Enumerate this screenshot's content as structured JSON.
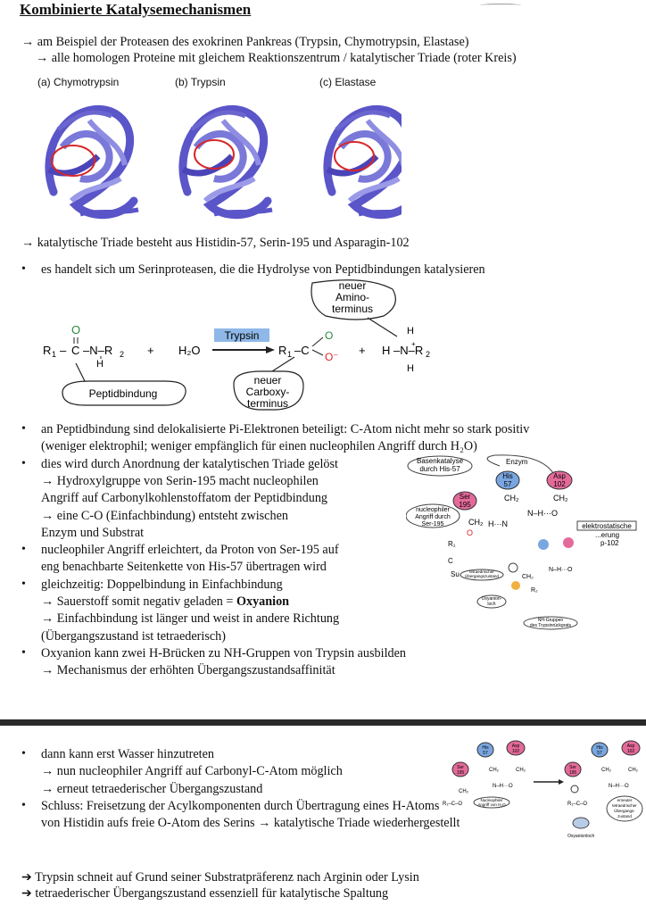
{
  "title": "Kombinierte Katalysemechanismen",
  "intro": {
    "line1": "→ am Beispiel der Proteasen des exokrinen Pankreas (Trypsin, Chymotrypsin, Elastase)",
    "line2": "→ alle homologen Proteine mit gleichem Reaktionszentrum / katalytischer Triade (roter Kreis)"
  },
  "protein_labels": [
    "(a)  Chymotrypsin",
    "(b)  Trypsin",
    "(c)  Elastase"
  ],
  "triad_line": "→ katalytische Triade besteht aus Histidin-57, Serin-195 und Asparagin-102",
  "bullet1": "es handelt sich um Serinproteasen, die die Hydrolyse von Peptidbindungen katalysieren",
  "reaction": {
    "neuer_amino": [
      "neuer",
      "Amino-",
      "terminus"
    ],
    "neuer_carboxy": [
      "neuer",
      "Carboxy-",
      "terminus"
    ],
    "peptidbindung": "Peptidbindung",
    "enzyme": "Trypsin",
    "r1": "R",
    "r2": "R",
    "plus": "+",
    "water": "H₂O"
  },
  "section1": [
    {
      "bullet": true,
      "text": "an Peptidbindung sind delokalisierte Pi-Elektronen beteiligt: C-Atom nicht mehr so stark positiv"
    },
    {
      "bullet": false,
      "text": "(weniger elektrophil; weniger empfänglich für einen nucleophilen Angriff durch H₂O)"
    },
    {
      "bullet": true,
      "text": "dies wird durch Anordnung der katalytischen Triade gelöst"
    },
    {
      "bullet": false,
      "text": "→ Hydroxylgruppe von Serin-195 macht nucleophilen"
    },
    {
      "bullet": false,
      "text": "    Angriff auf Carbonylkohlenstoffatom der Peptidbindung"
    },
    {
      "bullet": false,
      "text": "→ eine C-O (Einfachbindung) entsteht zwischen"
    },
    {
      "bullet": false,
      "text": "    Enzym und Substrat"
    },
    {
      "bullet": true,
      "text": "nucleophiler Angriff erleichtert, da Proton von Ser-195 auf"
    },
    {
      "bullet": false,
      "text": "eng benachbarte Seitenkette von His-57 übertragen wird"
    },
    {
      "bullet": true,
      "text": "gleichzeitig: Doppelbindung in Einfachbindung"
    },
    {
      "bullet": false,
      "text": "→ Sauerstoff somit negativ geladen = "
    },
    {
      "bullet": false,
      "text": "→ Einfachbindung ist länger und weist in andere Richtung"
    },
    {
      "bullet": false,
      "text": "(Übergangszustand ist tetraederisch)"
    },
    {
      "bullet": true,
      "text": "Oxyanion kann zwei H-Brücken zu NH-Gruppen von Trypsin ausbilden"
    },
    {
      "bullet": false,
      "text": "→ Mechanismus der erhöhten Übergangszustandsaffinität"
    }
  ],
  "oxyanion_bold": "Oxyanion",
  "mech1": {
    "basenkatalyse": [
      "Basenkatalyse",
      "durch His-57"
    ],
    "enzym": "Enzym",
    "his": [
      "His",
      "57"
    ],
    "asp": [
      "Asp",
      "102"
    ],
    "ser": [
      "Ser",
      "195"
    ],
    "nucleophiler": [
      "nucleophiler",
      "Angriff durch",
      "Ser-195"
    ],
    "elektro": [
      "elektrostatische",
      "...erung",
      "p-102"
    ],
    "su": "Su",
    "tetra": [
      "tetraedrischer",
      "Übergangszustand"
    ],
    "oxyanion_loch": [
      "Oxyanion-",
      "loch"
    ],
    "nh_gruppen": [
      "NH-Gruppen",
      "des Trypsinrückgrats"
    ]
  },
  "section2": [
    {
      "bullet": true,
      "text": "dann kann erst Wasser hinzutreten"
    },
    {
      "bullet": false,
      "text": "→ nun nucleophiler Angriff auf Carbonyl-C-Atom möglich"
    },
    {
      "bullet": false,
      "text": "→ erneut tetraederischer Übergangszustand"
    },
    {
      "bullet": true,
      "text": "Schluss: Freisetzung der Acylkomponenten durch Übertragung eines H-Atoms"
    },
    {
      "bullet": false,
      "text": "von Histidin aufs freie O-Atom des Serins → katalytische Triade wiederhergestellt"
    }
  ],
  "mech2": {
    "his": [
      "His",
      "57"
    ],
    "asp": [
      "Asp",
      "102"
    ],
    "ser": [
      "Ser",
      "195"
    ],
    "nucleo": [
      "Nucleophiler",
      "Angriff von H₂O"
    ],
    "erneuter": [
      "erneuter",
      "tetraedrischer",
      "Übergangs-",
      "zustand"
    ],
    "oxyanionloch": "Oxyanionloch"
  },
  "final": [
    "➔ Trypsin schneit auf Grund seiner Substratpräferenz nach Arginin oder Lysin",
    "➔ tetraederischer Übergangszustand essenziell für katalytische Spaltung"
  ],
  "colors": {
    "protein": "#5a55c8",
    "protein_light": "#9a9ae8",
    "triad_circle": "#d8262a",
    "his_blue": "#7aa6e0",
    "ser_pink": "#e46a9a",
    "enzyme_box": "#8fb8e8"
  }
}
